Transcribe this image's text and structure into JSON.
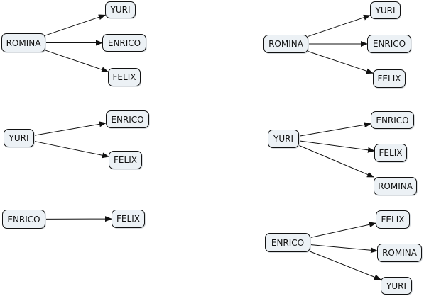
{
  "diagrams": [
    {
      "id": "romina-left",
      "nodes": [
        {
          "key": "romina",
          "label": "ROMINA"
        },
        {
          "key": "yuri",
          "label": "YURI"
        },
        {
          "key": "enrico",
          "label": "ENRICO"
        },
        {
          "key": "felix",
          "label": "FELIX"
        }
      ],
      "edges": [
        {
          "from": "romina",
          "to": "yuri"
        },
        {
          "from": "romina",
          "to": "enrico"
        },
        {
          "from": "romina",
          "to": "felix"
        }
      ]
    },
    {
      "id": "yuri-left",
      "nodes": [
        {
          "key": "yuri",
          "label": "YURI"
        },
        {
          "key": "enrico",
          "label": "ENRICO"
        },
        {
          "key": "felix",
          "label": "FELIX"
        }
      ],
      "edges": [
        {
          "from": "yuri",
          "to": "enrico"
        },
        {
          "from": "yuri",
          "to": "felix"
        }
      ]
    },
    {
      "id": "enrico-left",
      "nodes": [
        {
          "key": "enrico",
          "label": "ENRICO"
        },
        {
          "key": "felix",
          "label": "FELIX"
        }
      ],
      "edges": [
        {
          "from": "enrico",
          "to": "felix"
        }
      ]
    },
    {
      "id": "romina-right",
      "nodes": [
        {
          "key": "romina",
          "label": "ROMINA"
        },
        {
          "key": "yuri",
          "label": "YURI"
        },
        {
          "key": "enrico",
          "label": "ENRICO"
        },
        {
          "key": "felix",
          "label": "FELIX"
        }
      ],
      "edges": [
        {
          "from": "romina",
          "to": "yuri"
        },
        {
          "from": "romina",
          "to": "enrico"
        },
        {
          "from": "romina",
          "to": "felix"
        }
      ]
    },
    {
      "id": "yuri-right",
      "nodes": [
        {
          "key": "yuri",
          "label": "YURI"
        },
        {
          "key": "enrico",
          "label": "ENRICO"
        },
        {
          "key": "felix",
          "label": "FELIX"
        },
        {
          "key": "romina",
          "label": "ROMINA"
        }
      ],
      "edges": [
        {
          "from": "yuri",
          "to": "enrico"
        },
        {
          "from": "yuri",
          "to": "felix"
        },
        {
          "from": "yuri",
          "to": "romina"
        }
      ]
    },
    {
      "id": "enrico-right",
      "nodes": [
        {
          "key": "enrico",
          "label": "ENRICO"
        },
        {
          "key": "felix",
          "label": "FELIX"
        },
        {
          "key": "romina",
          "label": "ROMINA"
        },
        {
          "key": "yuri",
          "label": "YURI"
        }
      ],
      "edges": [
        {
          "from": "enrico",
          "to": "felix"
        },
        {
          "from": "enrico",
          "to": "romina"
        },
        {
          "from": "enrico",
          "to": "yuri"
        }
      ]
    }
  ],
  "colors": {
    "node_fill": "#ecf1f5",
    "node_border": "#111111",
    "edge": "#111111"
  }
}
